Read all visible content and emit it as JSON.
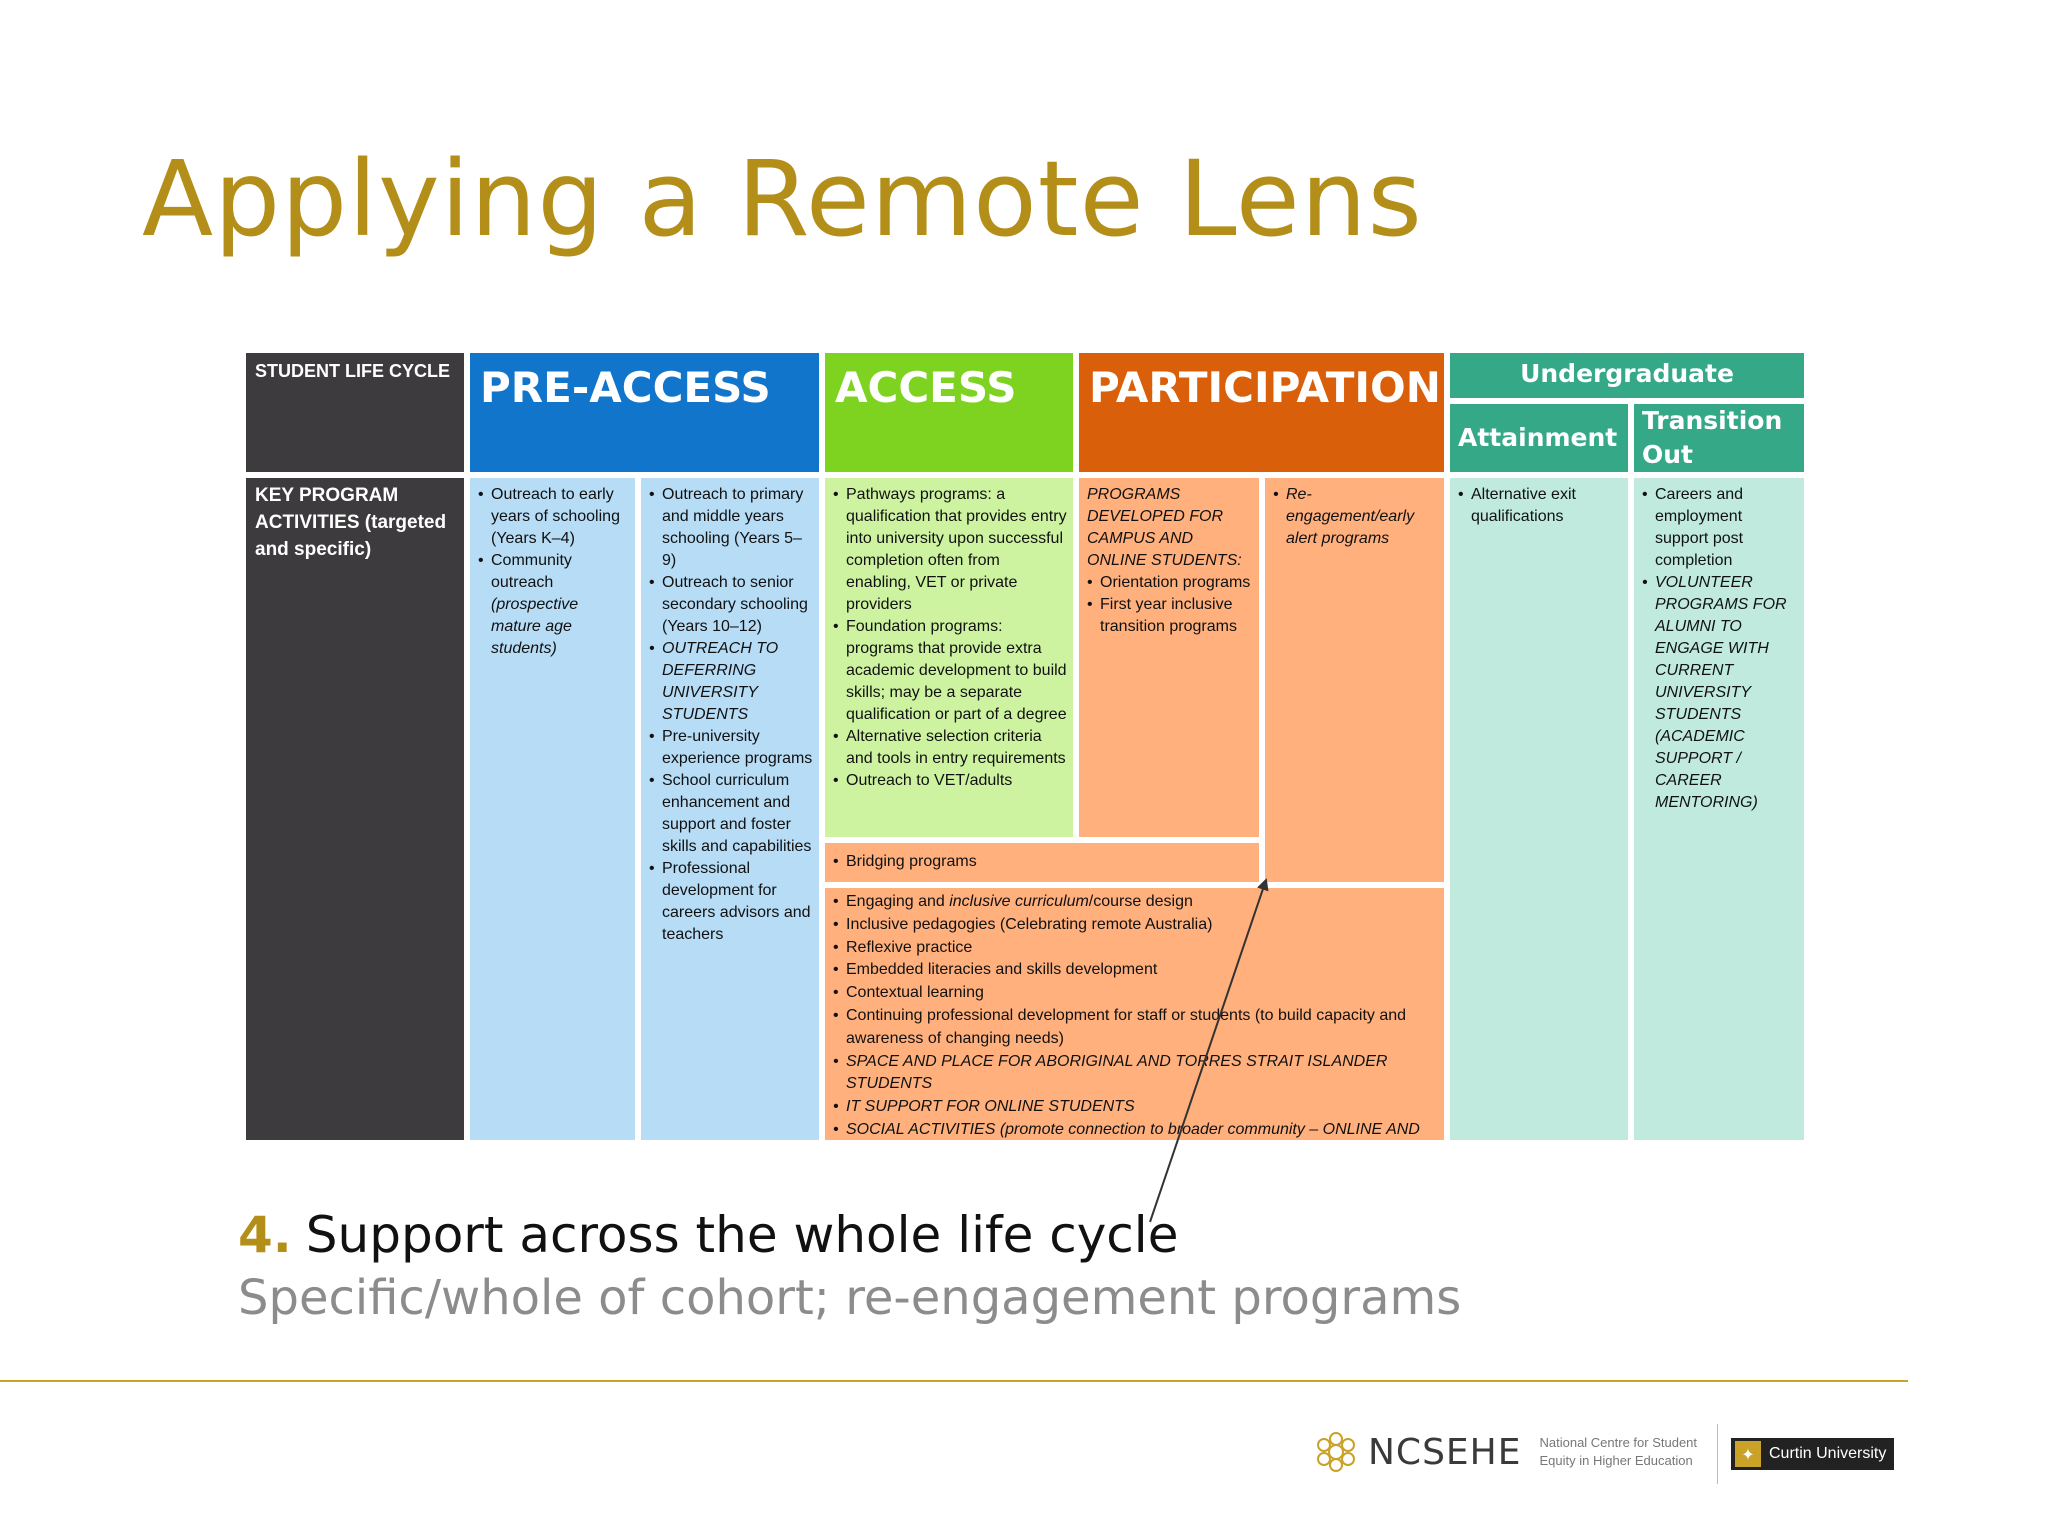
{
  "title": "Applying a Remote Lens",
  "table": {
    "corner_label": "STUDENT LIFE CYCLE",
    "row_label": "KEY PROGRAM ACTIVITIES (targeted and specific)",
    "headers": {
      "pre_access": "PRE-ACCESS",
      "access": "ACCESS",
      "participation": "PARTICIPATION",
      "undergraduate": "Undergraduate",
      "attainment": "Attainment",
      "transition_out": "Transition Out"
    },
    "pre_access_1": [
      "Outreach to early years of schooling (Years K–4)",
      "Community outreach",
      "(prospective mature age students)"
    ],
    "pre_access_2": [
      "Outreach to primary and middle years schooling (Years 5–9)",
      "Outreach to senior secondary schooling (Years 10–12)",
      "OUTREACH TO DEFERRING UNIVERSITY STUDENTS",
      "Pre-university experience programs",
      "School curriculum enhancement and support and foster skills and capabilities",
      "Professional development for careers advisors and teachers"
    ],
    "access": [
      "Pathways programs: a qualification that provides entry into university upon successful completion often from enabling, VET or private providers",
      "Foundation programs: programs that provide extra academic development to build skills; may be a separate qualification or part of a degree",
      "Alternative selection criteria and tools in entry requirements",
      "Outreach to VET/adults"
    ],
    "participation_1": {
      "heading": "PROGRAMS DEVELOPED FOR CAMPUS AND ONLINE STUDENTS:",
      "items": [
        "Orientation programs",
        "First year inclusive transition programs"
      ]
    },
    "participation_2": [
      "Re-engagement/early alert programs"
    ],
    "bridging": "Bridging programs",
    "shared": {
      "first_pre": "Engaging and ",
      "first_em": "inclusive curriculum",
      "first_post": "/course design",
      "items": [
        "Inclusive pedagogies (Celebrating remote Australia)",
        "Reflexive practice",
        "Embedded literacies and skills development",
        "Contextual learning",
        "Continuing professional development for staff or students (to build capacity and awareness of changing needs)"
      ],
      "caps": [
        "SPACE AND PLACE FOR ABORIGINAL AND TORRES STRAIT ISLANDER STUDENTS",
        "IT SUPPORT FOR ONLINE STUDENTS",
        "SOCIAL ACTIVITIES (promote connection to broader community – ONLINE AND CAMPUS STUDENTS)"
      ]
    },
    "attainment": [
      "Alternative exit qualifications"
    ],
    "transition_out": [
      "Careers and employment support post completion",
      "VOLUNTEER PROGRAMS FOR ALUMNI TO ENGAGE WITH CURRENT UNIVERSITY STUDENTS (ACADEMIC SUPPORT / CAREER MENTORING)"
    ]
  },
  "point": {
    "number": "4.",
    "text": "Support across the whole life cycle",
    "subtext": "Specific/whole of cohort; re-engagement programs"
  },
  "footer": {
    "org": "NCSEHE",
    "org_desc": "National Centre for Student Equity in Higher Education",
    "university": "Curtin University"
  },
  "colors": {
    "title": "#b38f1a",
    "pre_access": "#1275cc",
    "access": "#7ed321",
    "participation": "#d95f0b",
    "undergraduate": "#35a887",
    "dark": "#3d3b3d"
  }
}
